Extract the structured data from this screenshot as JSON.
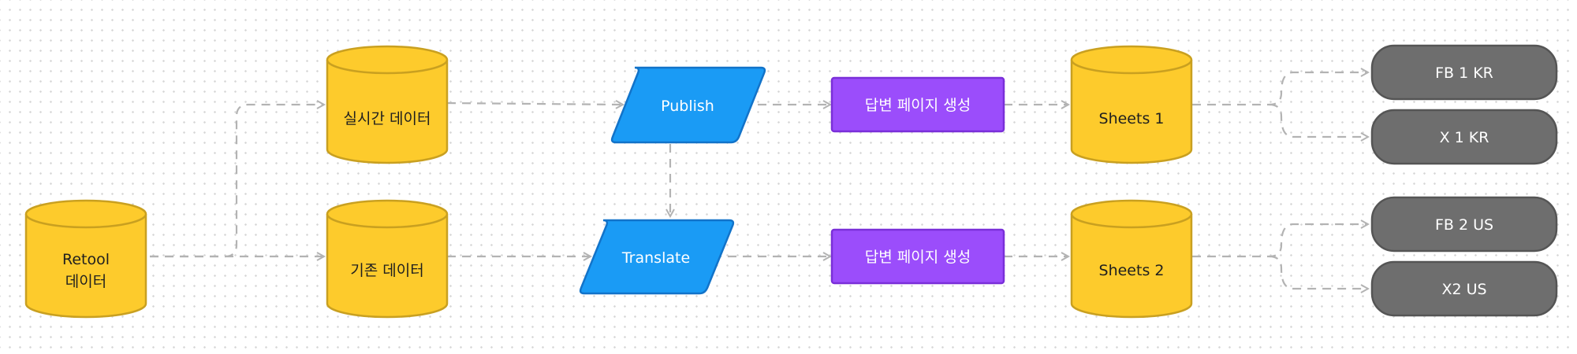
{
  "colors": {
    "database_fill": "#FDCB2C",
    "database_stroke": "#C9A020",
    "process_fill": "#1A9BF5",
    "process_stroke": "#1273C9",
    "page_fill": "#9B4DFB",
    "page_stroke": "#7A2FD9",
    "output_fill": "#6E6E6E",
    "output_stroke": "#555555",
    "edge": "#B3B3B3"
  },
  "nodes": {
    "retool": {
      "line1": "Retool",
      "line2": "데이터"
    },
    "realtime": {
      "label": "실시간 데이터"
    },
    "existing": {
      "label": "기존 데이터"
    },
    "publish": {
      "label": "Publish"
    },
    "translate": {
      "label": "Translate"
    },
    "page_top": {
      "label": "답변 페이지 생성"
    },
    "page_bottom": {
      "label": "답변 페이지 생성"
    },
    "sheets1": {
      "label": "Sheets 1"
    },
    "sheets2": {
      "label": "Sheets 2"
    },
    "fb1kr": {
      "label": "FB 1 KR"
    },
    "x1kr": {
      "label": "X 1 KR"
    },
    "fb2us": {
      "label": "FB 2 US"
    },
    "x2us": {
      "label": "X2 US"
    }
  }
}
